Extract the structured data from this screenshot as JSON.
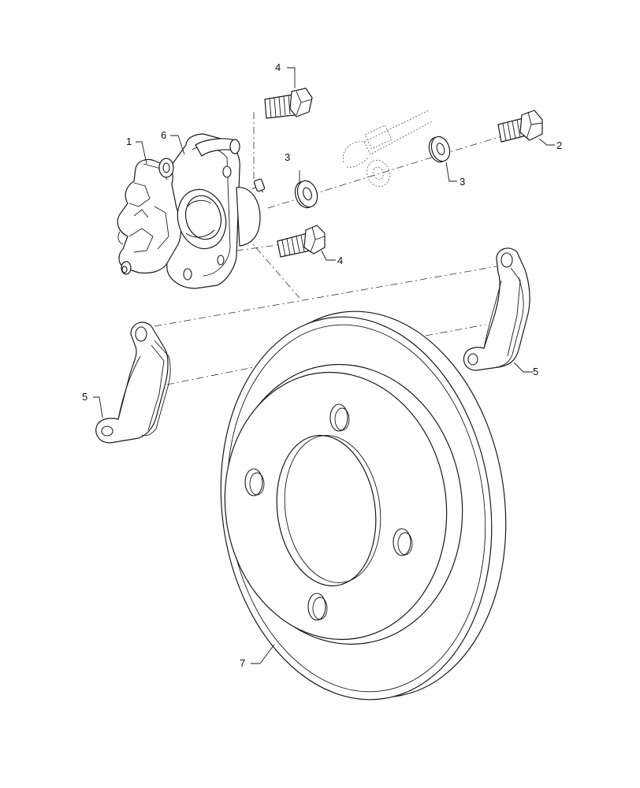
{
  "callouts": {
    "c1": "1",
    "c2": "2",
    "c3a": "3",
    "c3b": "3",
    "c4a": "4",
    "c4b": "4",
    "c5a": "5",
    "c5b": "5",
    "c6": "6",
    "c7": "7"
  },
  "line_color": "#1a1a1a"
}
